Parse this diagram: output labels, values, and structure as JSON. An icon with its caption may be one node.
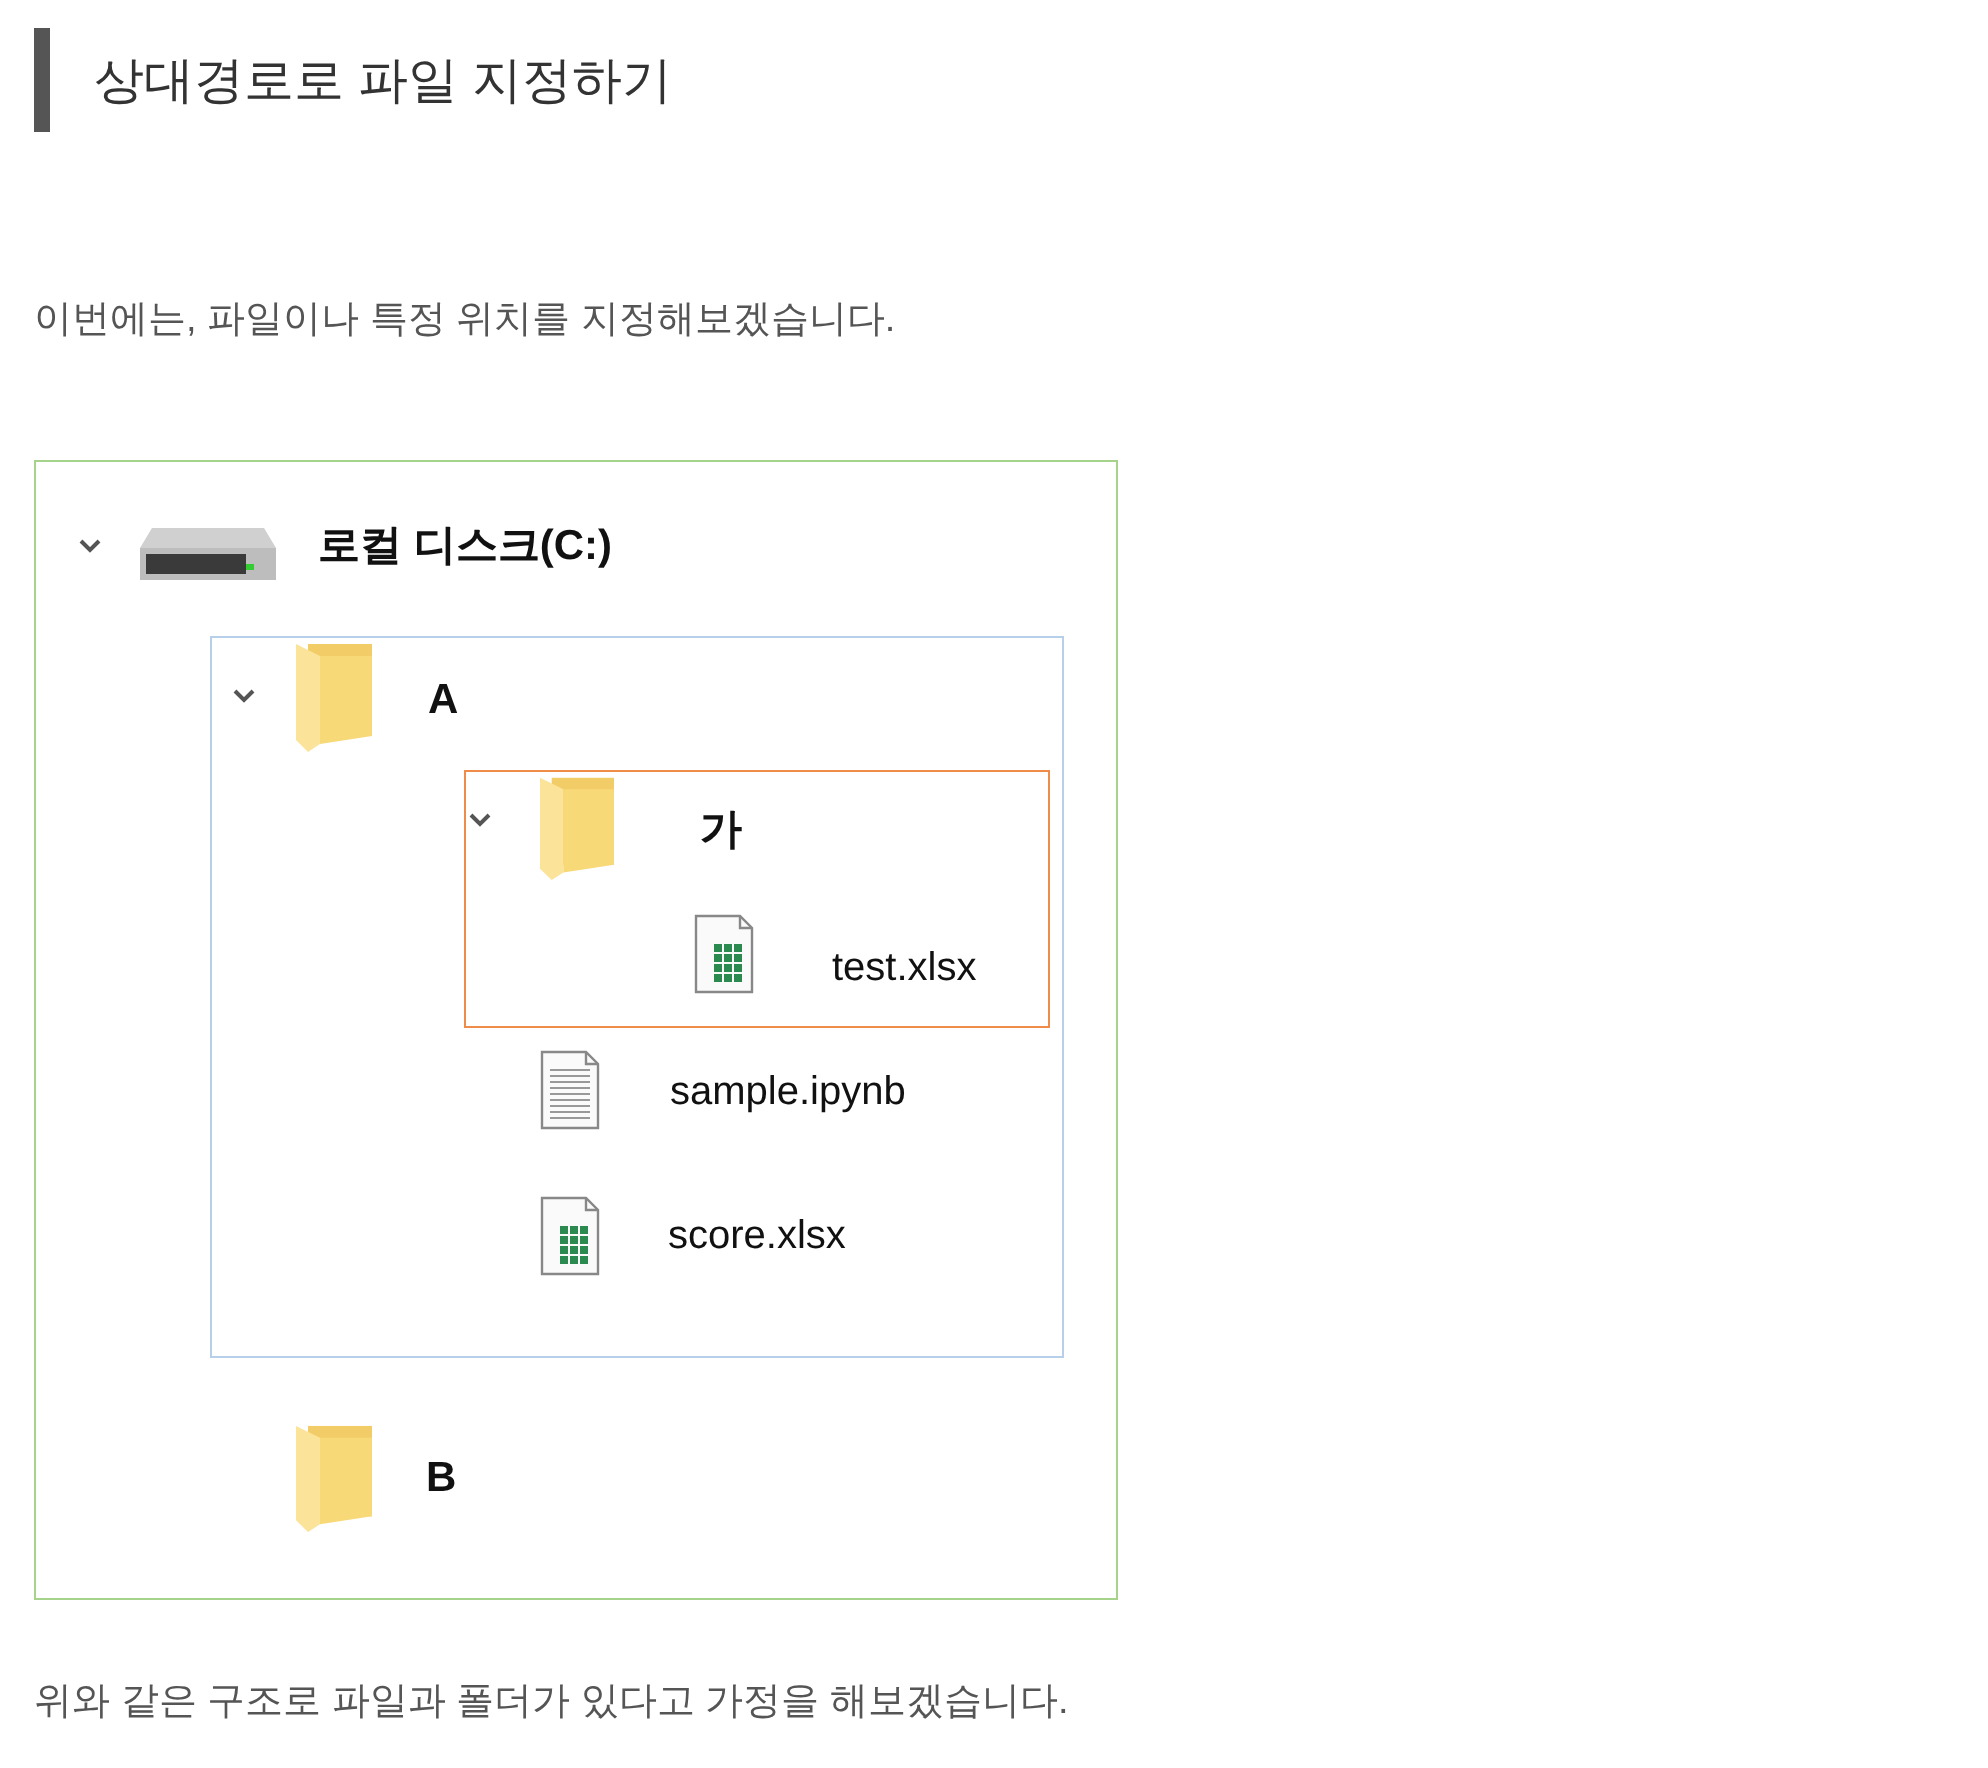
{
  "diagram": {
    "title": "상대경로로 파일 지정하기",
    "nodes": [
      {
        "text": [
          "로컬 디스크(C:)",
          "B"
        ]
      },
      {
        "text": [
          "A",
          "sample.ipynb",
          "score.xlsx"
        ],
        "in": 0
      },
      {
        "text": [
          "가",
          "test.xlsx"
        ],
        "in": 1
      }
    ],
    "labels": [
      "이번에는, 파일이나 특정 위치를 지정해보겠습니다.",
      "위와 같은 구조로 파일과 폴더가 있다고 가정을 해보겠습니다."
    ]
  }
}
